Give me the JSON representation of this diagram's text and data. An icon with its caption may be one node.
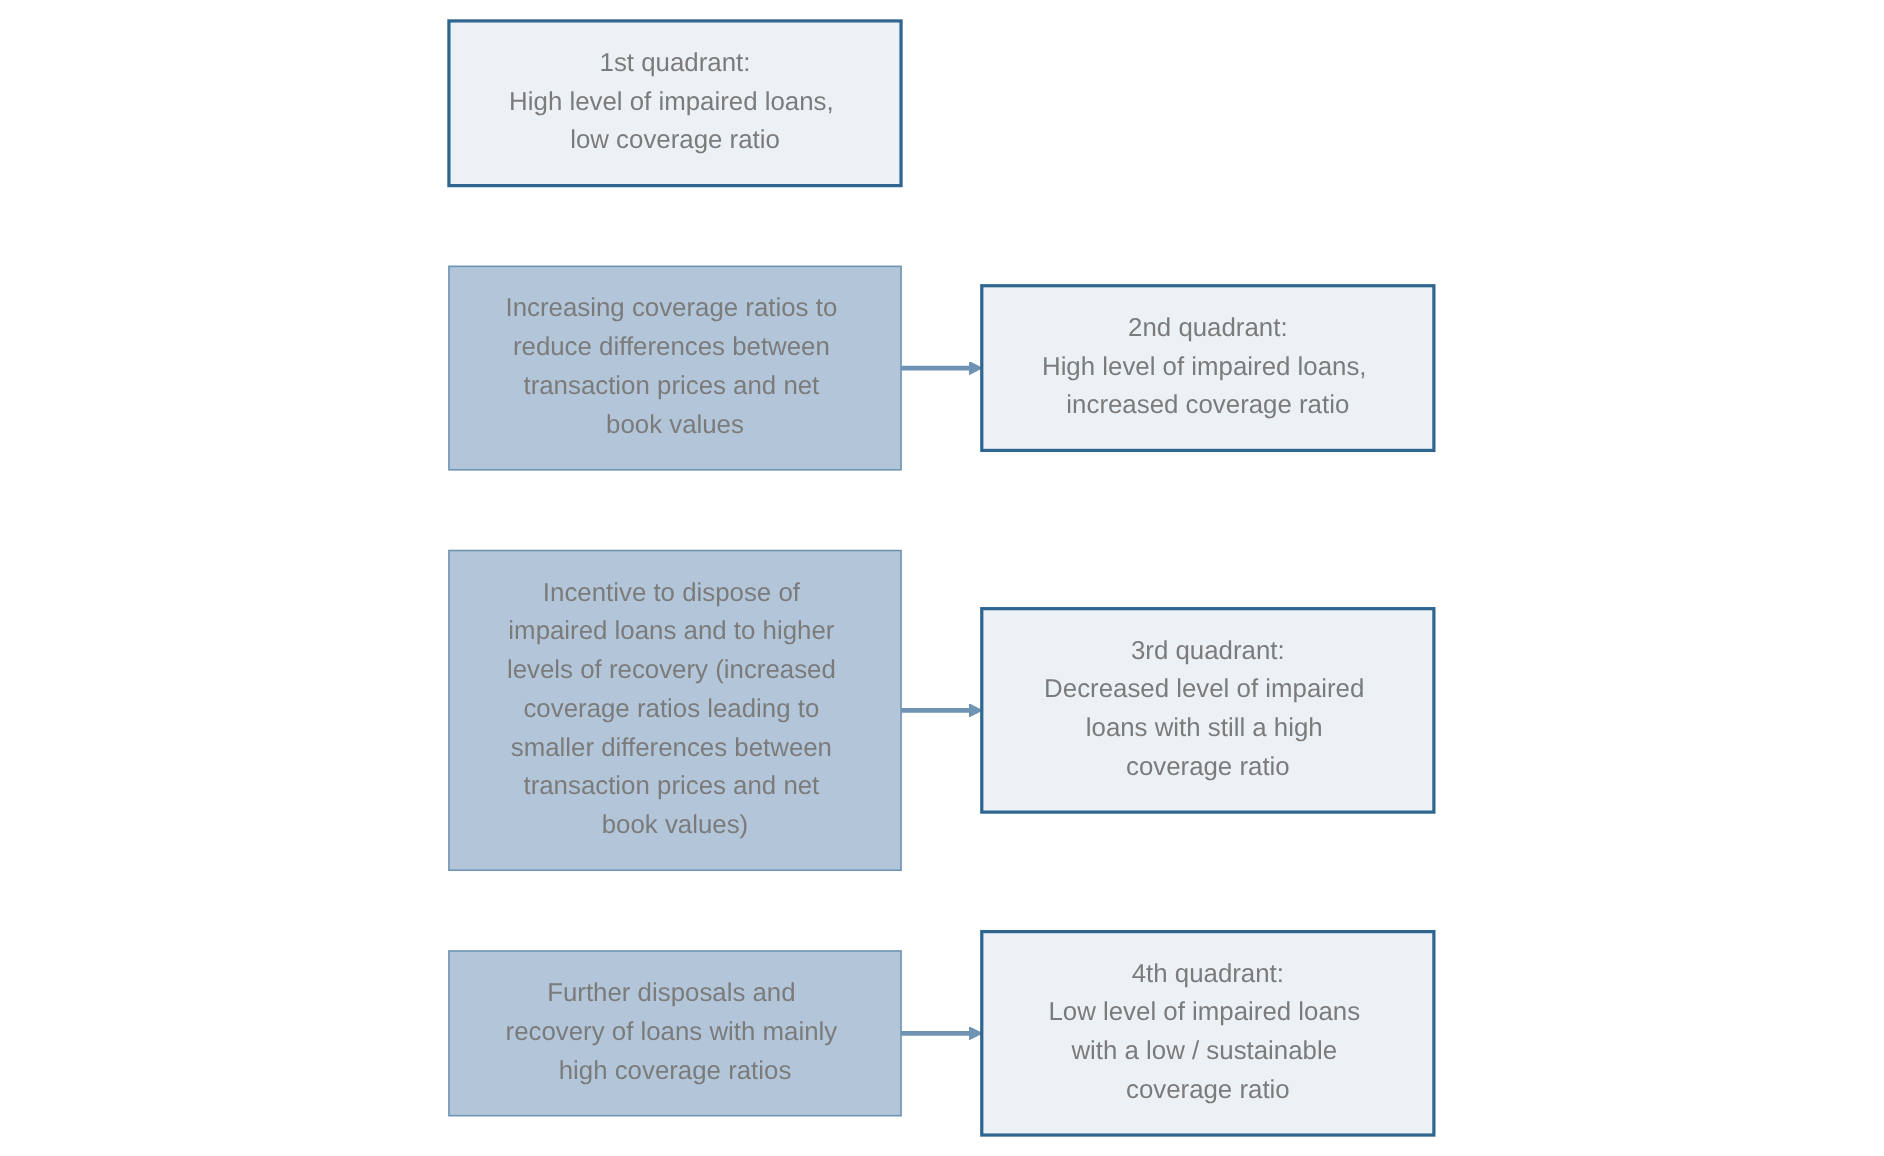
{
  "diagram": {
    "nodes": [
      {
        "text": [
          "1st quadrant:",
          "High level of impaired loans, low coverage ratio"
        ]
      },
      {
        "text": [
          "Increasing coverage ratios to reduce differences between transaction prices and net book values"
        ]
      },
      {
        "text": [
          "2nd quadrant:",
          "High level of impaired loans, increased coverage ratio"
        ]
      },
      {
        "text": [
          "Incentive to dispose of impaired loans and to higher levels of recovery (increased coverage ratios leading to smaller differences between transaction prices and net book values)"
        ]
      },
      {
        "text": [
          "4th quadrant:",
          "Low level of impaired loans with a low / sustainable coverage ratio"
        ]
      },
      {
        "text": [
          "Further disposals and recovery of loans with mainly high coverage ratios"
        ]
      },
      {
        "text": [
          "3rd quadrant:",
          "Decreased level of impaired loans with still a high coverage ratio"
        ]
      }
    ],
    "edges": [
      {
        "from": 1,
        "to": 2,
        "arrow": "to"
      },
      {
        "from": 3,
        "to": 6,
        "arrow": "to"
      },
      {
        "from": 5,
        "to": 4,
        "arrow": "to"
      }
    ]
  }
}
